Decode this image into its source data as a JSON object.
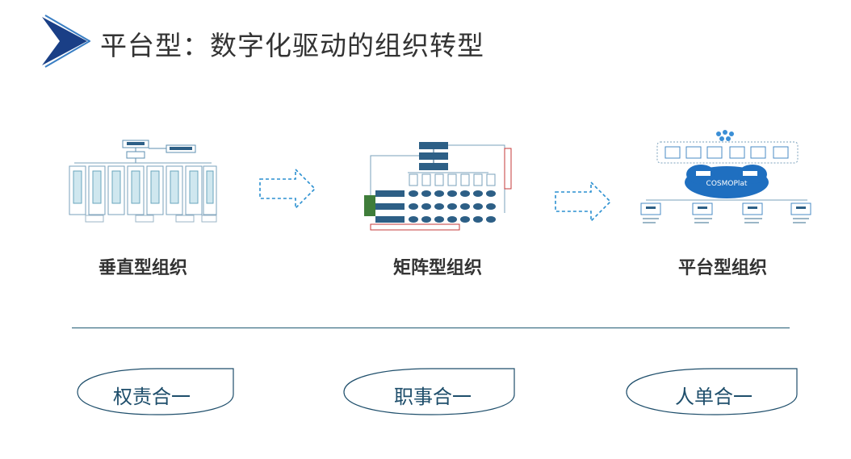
{
  "title": "平台型：数字化驱动的组织转型",
  "columns": [
    {
      "label": "垂直型组织",
      "principle": "权责合一"
    },
    {
      "label": "矩阵型组织",
      "principle": "职事合一"
    },
    {
      "label": "平台型组织",
      "principle": "人单合一"
    }
  ],
  "diagrams": {
    "platform_title": "COSMOPlat"
  },
  "colors": {
    "navy": "#1e4e6b",
    "accent_blue": "#2a8fd0",
    "logo_dark": "#1a3f86",
    "logo_light": "#3a7fc4",
    "divider": "#1f5b73"
  }
}
